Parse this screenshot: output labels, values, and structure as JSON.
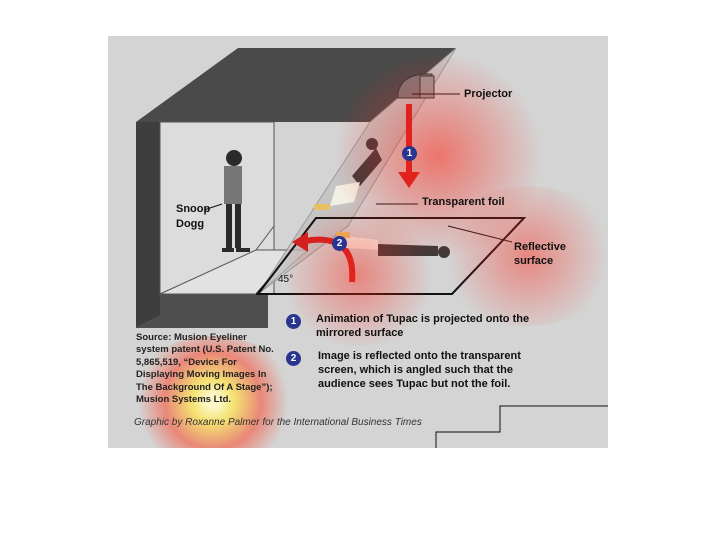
{
  "labels": {
    "projector": "Projector",
    "foil": "Transparent foil",
    "reflective": "Reflective\nsurface",
    "snoop": "Snoop\nDogg",
    "angle": "45°"
  },
  "steps": [
    {
      "num": "1",
      "text": "Animation of Tupac is projected onto the mirrored surface"
    },
    {
      "num": "2",
      "text": "Image is reflected onto the transparent screen, which is angled such that the audience sees Tupac but not the foil."
    }
  ],
  "source": "Source: Musion Eyeliner system patent (U.S. Patent No. 5,865,519, “Device For Displaying Moving Images In The Background Of A Stage”); Musion Systems Ltd.",
  "credit": "Graphic by Roxanne Palmer for the International Business Times",
  "colors": {
    "heat_red": "#ff2a1a",
    "heat_yellow": "#fff27a",
    "badge": "#2a3590",
    "arrow_red": "#d21f1f",
    "stage_gray": "#4a4a4a"
  }
}
